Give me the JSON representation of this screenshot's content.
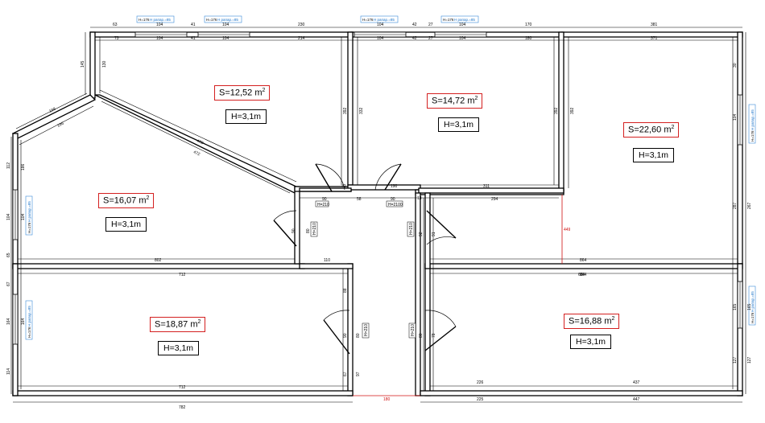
{
  "rooms": [
    {
      "id": "r1",
      "area": "S=12,52 m",
      "sup": "2",
      "height": "H=3,1m"
    },
    {
      "id": "r2",
      "area": "S=14,72 m",
      "sup": "2",
      "height": "H=3,1m"
    },
    {
      "id": "r3",
      "area": "S=22,60 m",
      "sup": "2",
      "height": "H=3,1m"
    },
    {
      "id": "r4",
      "area": "S=16,07 m",
      "sup": "2",
      "height": "H=3,1m"
    },
    {
      "id": "r5",
      "area": "S=18,87 m",
      "sup": "2",
      "height": "H=3,1m"
    },
    {
      "id": "r6",
      "area": "S=16,88 m",
      "sup": "2",
      "height": "H=3,1m"
    }
  ],
  "windows": {
    "height": "H=176",
    "sill": "H рапар.=85"
  },
  "doors": {
    "h210": "H=210",
    "h2100": "H=2100"
  },
  "dims": {
    "top_outer": [
      "63",
      "104",
      "41",
      "104",
      "230",
      "104",
      "42",
      "27",
      "104",
      "170",
      "381"
    ],
    "top_inner": [
      "73",
      "104",
      "41",
      "104",
      "214",
      "104",
      "42",
      "27",
      "104",
      "180",
      "371"
    ],
    "side_upper": [
      "145",
      "130",
      "188",
      "196",
      "473",
      "472"
    ],
    "room1": [
      "392",
      "332"
    ],
    "room2": [
      "392",
      "392",
      "311",
      "294"
    ],
    "room3": [
      "30",
      "104",
      "287",
      "18",
      "864",
      "864",
      "267"
    ],
    "corridor": [
      "90",
      "58",
      "90",
      "42",
      "190",
      "17",
      "12"
    ],
    "left": [
      "112",
      "186",
      "104",
      "104",
      "65",
      "67",
      "802",
      "712",
      "164",
      "164",
      "114",
      "110",
      "712"
    ],
    "doors_left": [
      "90",
      "80",
      "110"
    ],
    "doors_right": [
      "92",
      "91",
      "80",
      "78"
    ],
    "right_lower": [
      "664",
      "165",
      "165",
      "127",
      "127",
      "226",
      "437",
      "225",
      "447"
    ],
    "bottom": [
      "782",
      "180",
      "88",
      "67",
      "97"
    ],
    "red_449": "449",
    "red_180": "180"
  }
}
